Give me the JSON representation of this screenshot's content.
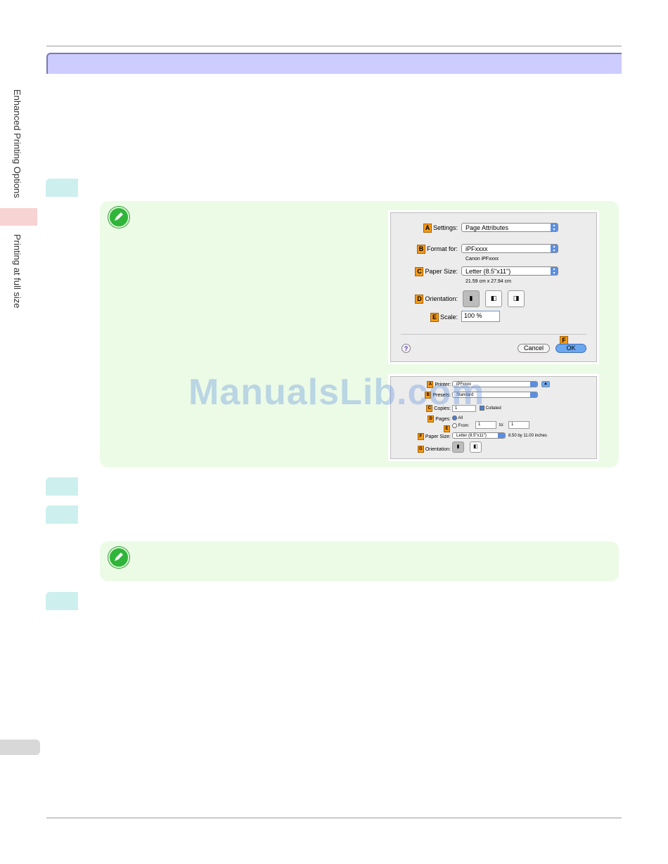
{
  "sidebar": {
    "chapter": "Enhanced Printing Options",
    "section": "Printing at full size"
  },
  "dialog1": {
    "settings": {
      "badge": "A",
      "label": "Settings:",
      "value": "Page Attributes"
    },
    "format_for": {
      "badge": "B",
      "label": "Format for:",
      "value": "iPFxxxx",
      "sub": "Canon iPFxxxx"
    },
    "paper_size": {
      "badge": "C",
      "label": "Paper Size:",
      "value": "Letter (8.5\"x11\")",
      "sub": "21.59 cm x 27.94 cm"
    },
    "orientation": {
      "badge": "D",
      "label": "Orientation:"
    },
    "scale": {
      "badge": "E",
      "label": "Scale:",
      "value": "100 %"
    },
    "ok_badge": "F",
    "help": "?",
    "cancel": "Cancel",
    "ok": "OK"
  },
  "dialog2": {
    "printer": {
      "badge": "A",
      "label": "Printer:",
      "value": "iPFxxxx"
    },
    "presets": {
      "badge": "B",
      "label": "Presets:",
      "value": "Standard"
    },
    "copies": {
      "badge": "C",
      "label": "Copies:",
      "value": "1",
      "collated": "Collated"
    },
    "pages": {
      "badge": "D",
      "label": "Pages:",
      "all": "All"
    },
    "from": {
      "badge": "E",
      "label": "From:",
      "from_value": "1",
      "to_label": "to:",
      "to_value": "1"
    },
    "paper_size": {
      "badge": "F",
      "label": "Paper Size:",
      "value": "Letter (8.5\"x11\")",
      "dims": "8.50 by 11.00 inches"
    },
    "orientation": {
      "badge": "G",
      "label": "Orientation:"
    }
  },
  "watermark": "ManualsLib.com"
}
